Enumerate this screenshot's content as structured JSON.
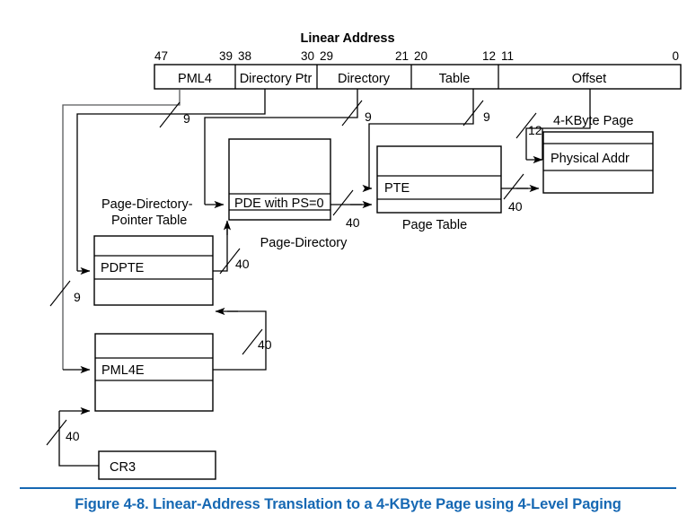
{
  "figure": {
    "caption": "Figure 4-8.  Linear-Address Translation to a 4-KByte Page using 4-Level Paging",
    "caption_color": "#1668b3"
  },
  "linear_address": {
    "title": "Linear Address",
    "fields": [
      {
        "name": "PML4",
        "high_bit": "47",
        "low_bit": "39"
      },
      {
        "name": "Directory Ptr",
        "high_bit": "38",
        "low_bit": "30"
      },
      {
        "name": "Directory",
        "high_bit": "29",
        "low_bit": "21"
      },
      {
        "name": "Table",
        "high_bit": "20",
        "low_bit": "12"
      },
      {
        "name": "Offset",
        "high_bit": "11",
        "low_bit": "0"
      }
    ]
  },
  "structures": {
    "page_directory_pointer_table": {
      "label_line1": "Page-Directory-",
      "label_line2": "Pointer Table",
      "entry": "PDPTE"
    },
    "page_directory": {
      "label": "Page-Directory",
      "entry": "PDE with PS=0"
    },
    "page_table": {
      "label": "Page Table",
      "entry": "PTE"
    },
    "pml4_table": {
      "entry": "PML4E"
    },
    "four_kbyte_page": {
      "label": "4-KByte Page",
      "entry": "Physical Addr"
    },
    "control_register": {
      "entry": "CR3"
    }
  },
  "bit_width_labels": {
    "pml4_index": "9",
    "directory_ptr_index": "9",
    "directory_index": "9",
    "table_index": "9",
    "offset_width": "12",
    "cr3_base": "40",
    "pml4e_base": "40",
    "pdpte_base": "40",
    "pde_base": "40",
    "pte_base": "40"
  }
}
